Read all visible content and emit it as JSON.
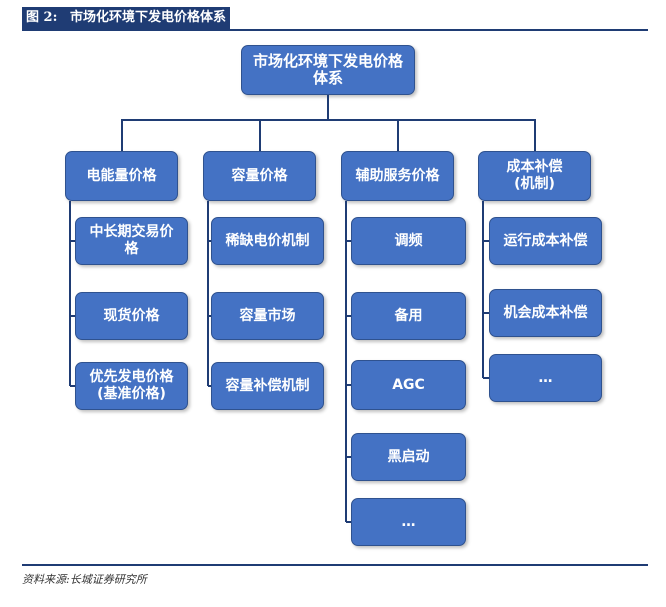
{
  "figure": {
    "number": "图 2:",
    "title": "市场化环境下发电价格体系"
  },
  "diagram": {
    "root": "市场化环境下发电价格\n体系",
    "branches": [
      {
        "label": "电能量价格",
        "children": [
          "中长期交易价\n格",
          "现货价格",
          "优先发电价格\n(基准价格)"
        ]
      },
      {
        "label": "容量价格",
        "children": [
          "稀缺电价机制",
          "容量市场",
          "容量补偿机制"
        ]
      },
      {
        "label": "辅助服务价格",
        "children": [
          "调频",
          "备用",
          "AGC",
          "黑启动",
          "…"
        ]
      },
      {
        "label": "成本补偿\n(机制)",
        "children": [
          "运行成本补偿",
          "机会成本补偿",
          "…"
        ]
      }
    ]
  },
  "source": "资料来源:长城证券研究所",
  "colors": {
    "box_fill": "#4472c4",
    "box_border": "#2f528f",
    "connector": "#1f3c74",
    "header_bg": "#1f3c74"
  }
}
